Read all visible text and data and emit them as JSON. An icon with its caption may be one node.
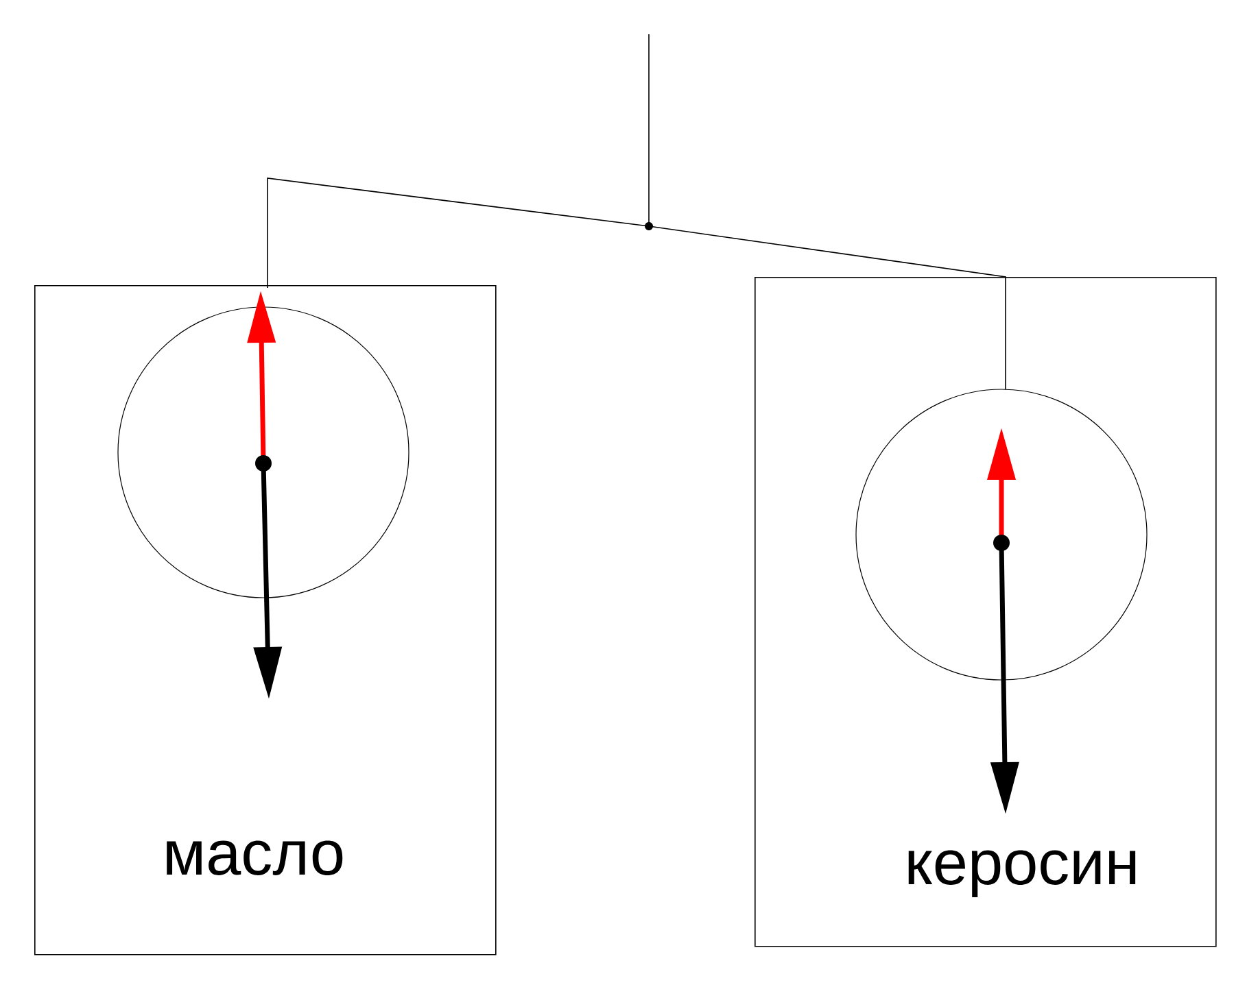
{
  "diagram": {
    "nodes": [
      {
        "text": [
          "масло"
        ]
      },
      {
        "text": [
          "керосин"
        ]
      },
      {
        "text": [],
        "shape": "circle",
        "in": 0
      },
      {
        "text": [],
        "shape": "circle",
        "in": 1
      }
    ]
  }
}
